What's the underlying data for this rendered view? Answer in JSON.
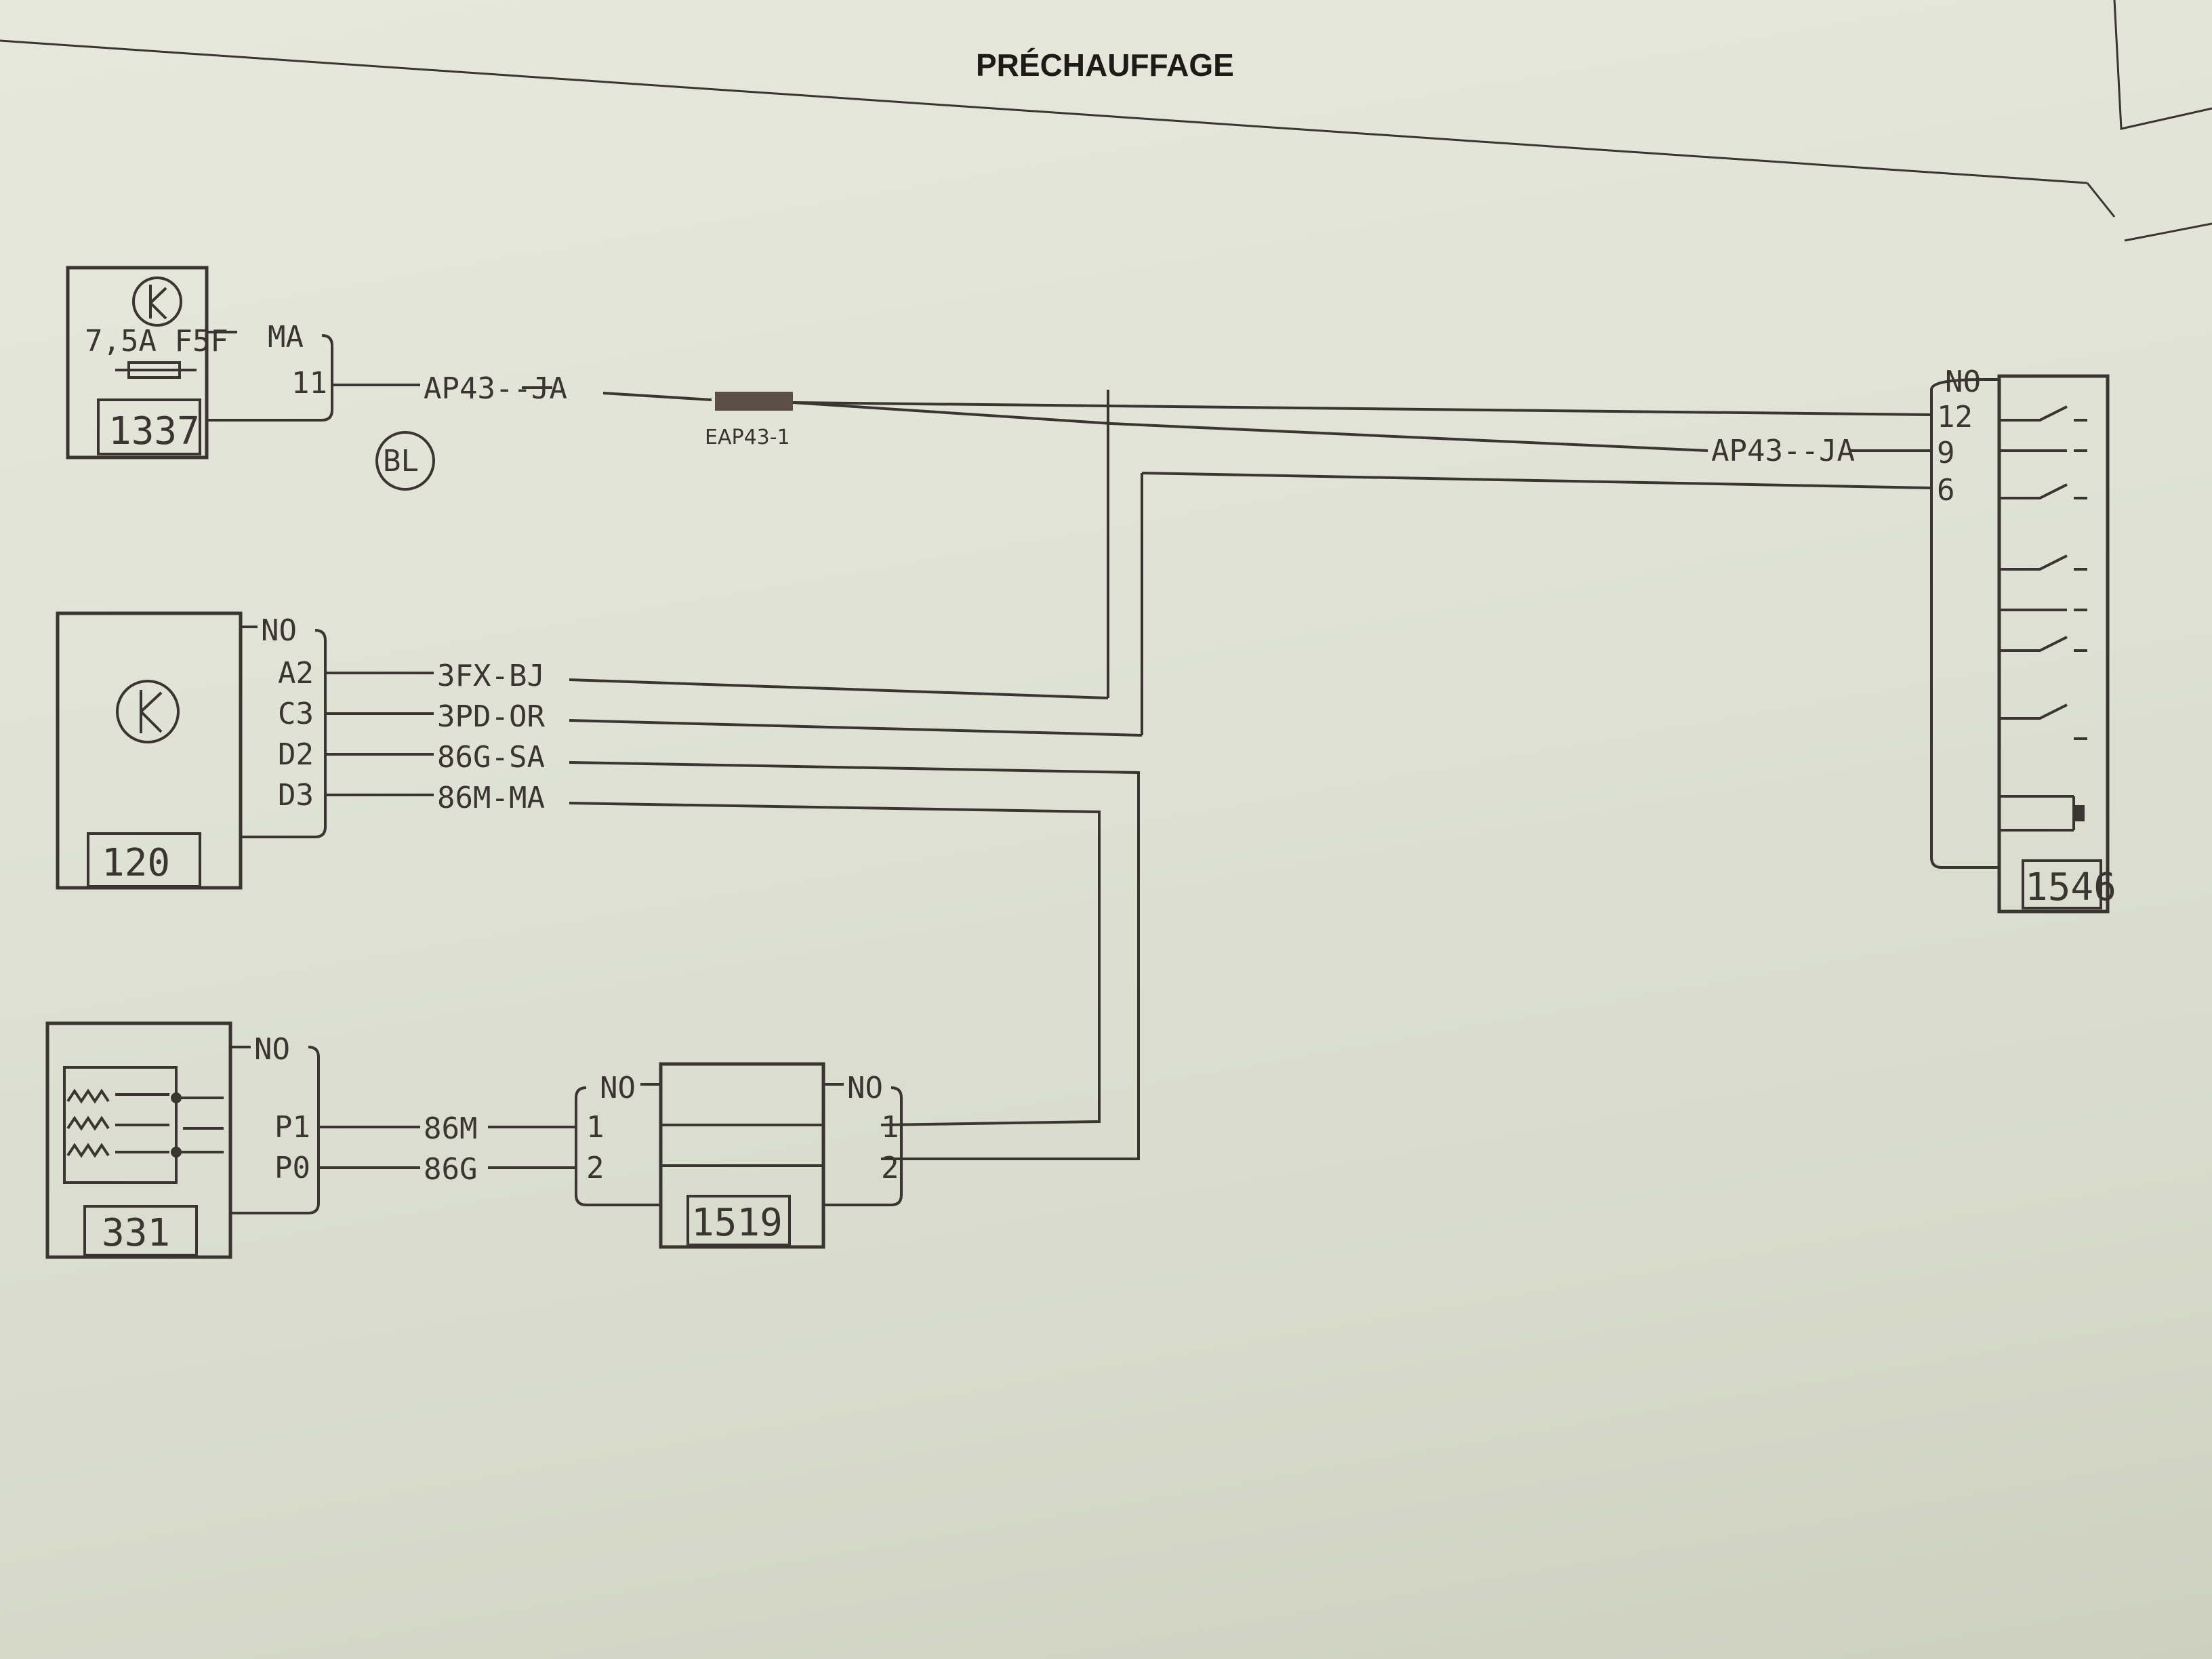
{
  "title": "PRÉCHAUFFAGE",
  "components": {
    "c1337": {
      "id": "1337",
      "fuse": "7,5A F5F",
      "conn_color": "MA",
      "pin": "11"
    },
    "c120": {
      "id": "120",
      "conn_color": "NO",
      "pins": [
        "A2",
        "C3",
        "D2",
        "D3"
      ]
    },
    "c331": {
      "id": "331",
      "conn_color": "NO",
      "pins": [
        "P1",
        "P0"
      ]
    },
    "c1519": {
      "id": "1519",
      "left_conn": "NO",
      "right_conn": "NO",
      "pins": [
        "1",
        "2"
      ]
    },
    "c1546": {
      "id": "1546",
      "conn_color": "NO",
      "pins": [
        "12",
        "9",
        "6"
      ]
    }
  },
  "wires": {
    "ap43_left": "AP43",
    "ap43_left_color": "JA",
    "splice": "EAP43-1",
    "ap43_right": "AP43",
    "ap43_right_color": "JA",
    "a2": "3FX",
    "a2_color": "BJ",
    "c3": "3PD",
    "c3_color": "OR",
    "d2": "86G",
    "d2_color": "SA",
    "d3": "86M",
    "d3_color": "MA",
    "p1": "86M",
    "p0": "86G"
  },
  "ground_label": "BL",
  "icons": [
    "ignition-key-icon",
    "fuse-icon",
    "glow-plug-icon",
    "relay-switch-icon"
  ]
}
